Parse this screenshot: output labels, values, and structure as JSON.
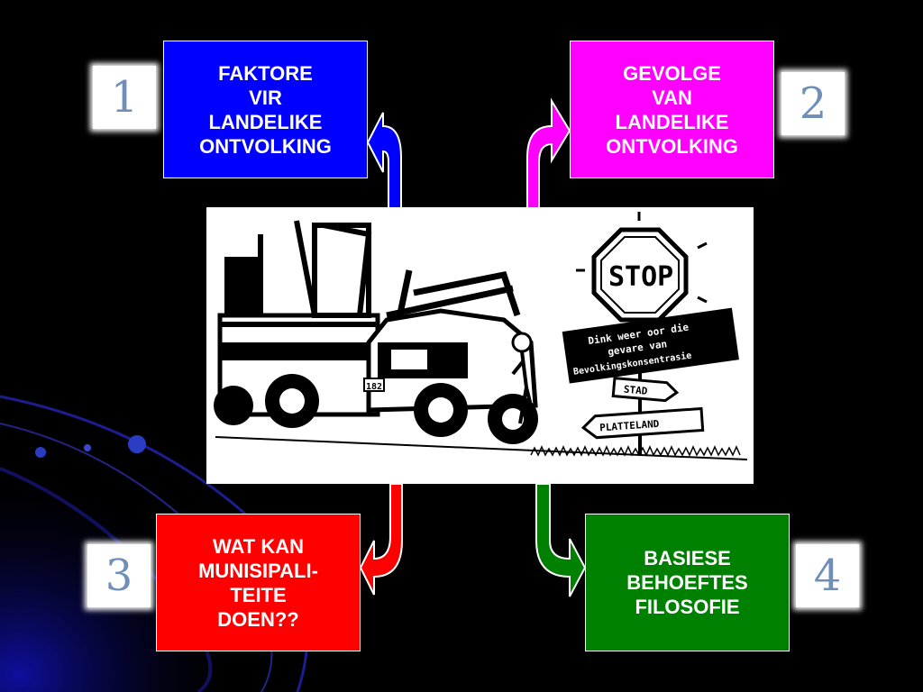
{
  "boxes": {
    "box1": {
      "lines": [
        "FAKTORE",
        "VIR",
        "LANDELIKE",
        "ONTVOLKING"
      ],
      "color": "#0000ff"
    },
    "box2": {
      "lines": [
        "GEVOLGE",
        "VAN",
        "LANDELIKE",
        "ONTVOLKING"
      ],
      "color": "#ff00ff"
    },
    "box3": {
      "lines": [
        "WAT KAN",
        "MUNISIPALI-",
        "TEITE",
        "DOEN??"
      ],
      "color": "#ff0000"
    },
    "box4": {
      "lines": [
        "BASIESE",
        "BEHOEFTES",
        "FILOSOFIE"
      ],
      "color": "#008000"
    }
  },
  "numbers": {
    "n1": "1",
    "n2": "2",
    "n3": "3",
    "n4": "4"
  },
  "cartoon": {
    "stop": "STOP",
    "banner": [
      "Dink weer oor die",
      "gevare van",
      "Bevolkingskonsentrasie"
    ],
    "sign_stad": "STAD",
    "sign_platteland": "PLATTELAND",
    "plate": "182"
  }
}
